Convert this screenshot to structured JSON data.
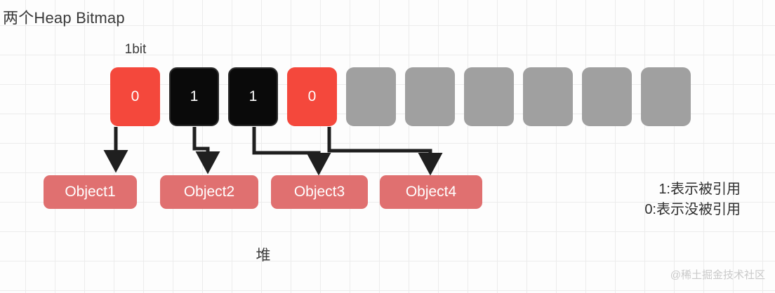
{
  "title": "两个Heap Bitmap",
  "bit_label": "1bit",
  "heap_label": "堆",
  "watermark": "@稀土掘金技术社区",
  "colors": {
    "bit_set": "#0a0a0a",
    "bit_clear": "#f4483c",
    "bit_empty": "#a0a0a0",
    "object_box": "#e07070",
    "arrow": "#1f1f1f",
    "grid_line": "#ececec",
    "background": "#fdfdfd",
    "text": "#3a3a3a",
    "watermark": "#c9c9c9"
  },
  "bitmap": {
    "cells": [
      {
        "value": "0",
        "state": "clear"
      },
      {
        "value": "1",
        "state": "set"
      },
      {
        "value": "1",
        "state": "set"
      },
      {
        "value": "0",
        "state": "clear"
      },
      {
        "value": "",
        "state": "empty"
      },
      {
        "value": "",
        "state": "empty"
      },
      {
        "value": "",
        "state": "empty"
      },
      {
        "value": "",
        "state": "empty"
      },
      {
        "value": "",
        "state": "empty"
      },
      {
        "value": "",
        "state": "empty"
      }
    ]
  },
  "objects": [
    {
      "label": "Object1"
    },
    {
      "label": "Object2"
    },
    {
      "label": "Object3"
    },
    {
      "label": "Object4"
    }
  ],
  "legend": {
    "line1": "1:表示被引用",
    "line2": "0:表示没被引用"
  }
}
